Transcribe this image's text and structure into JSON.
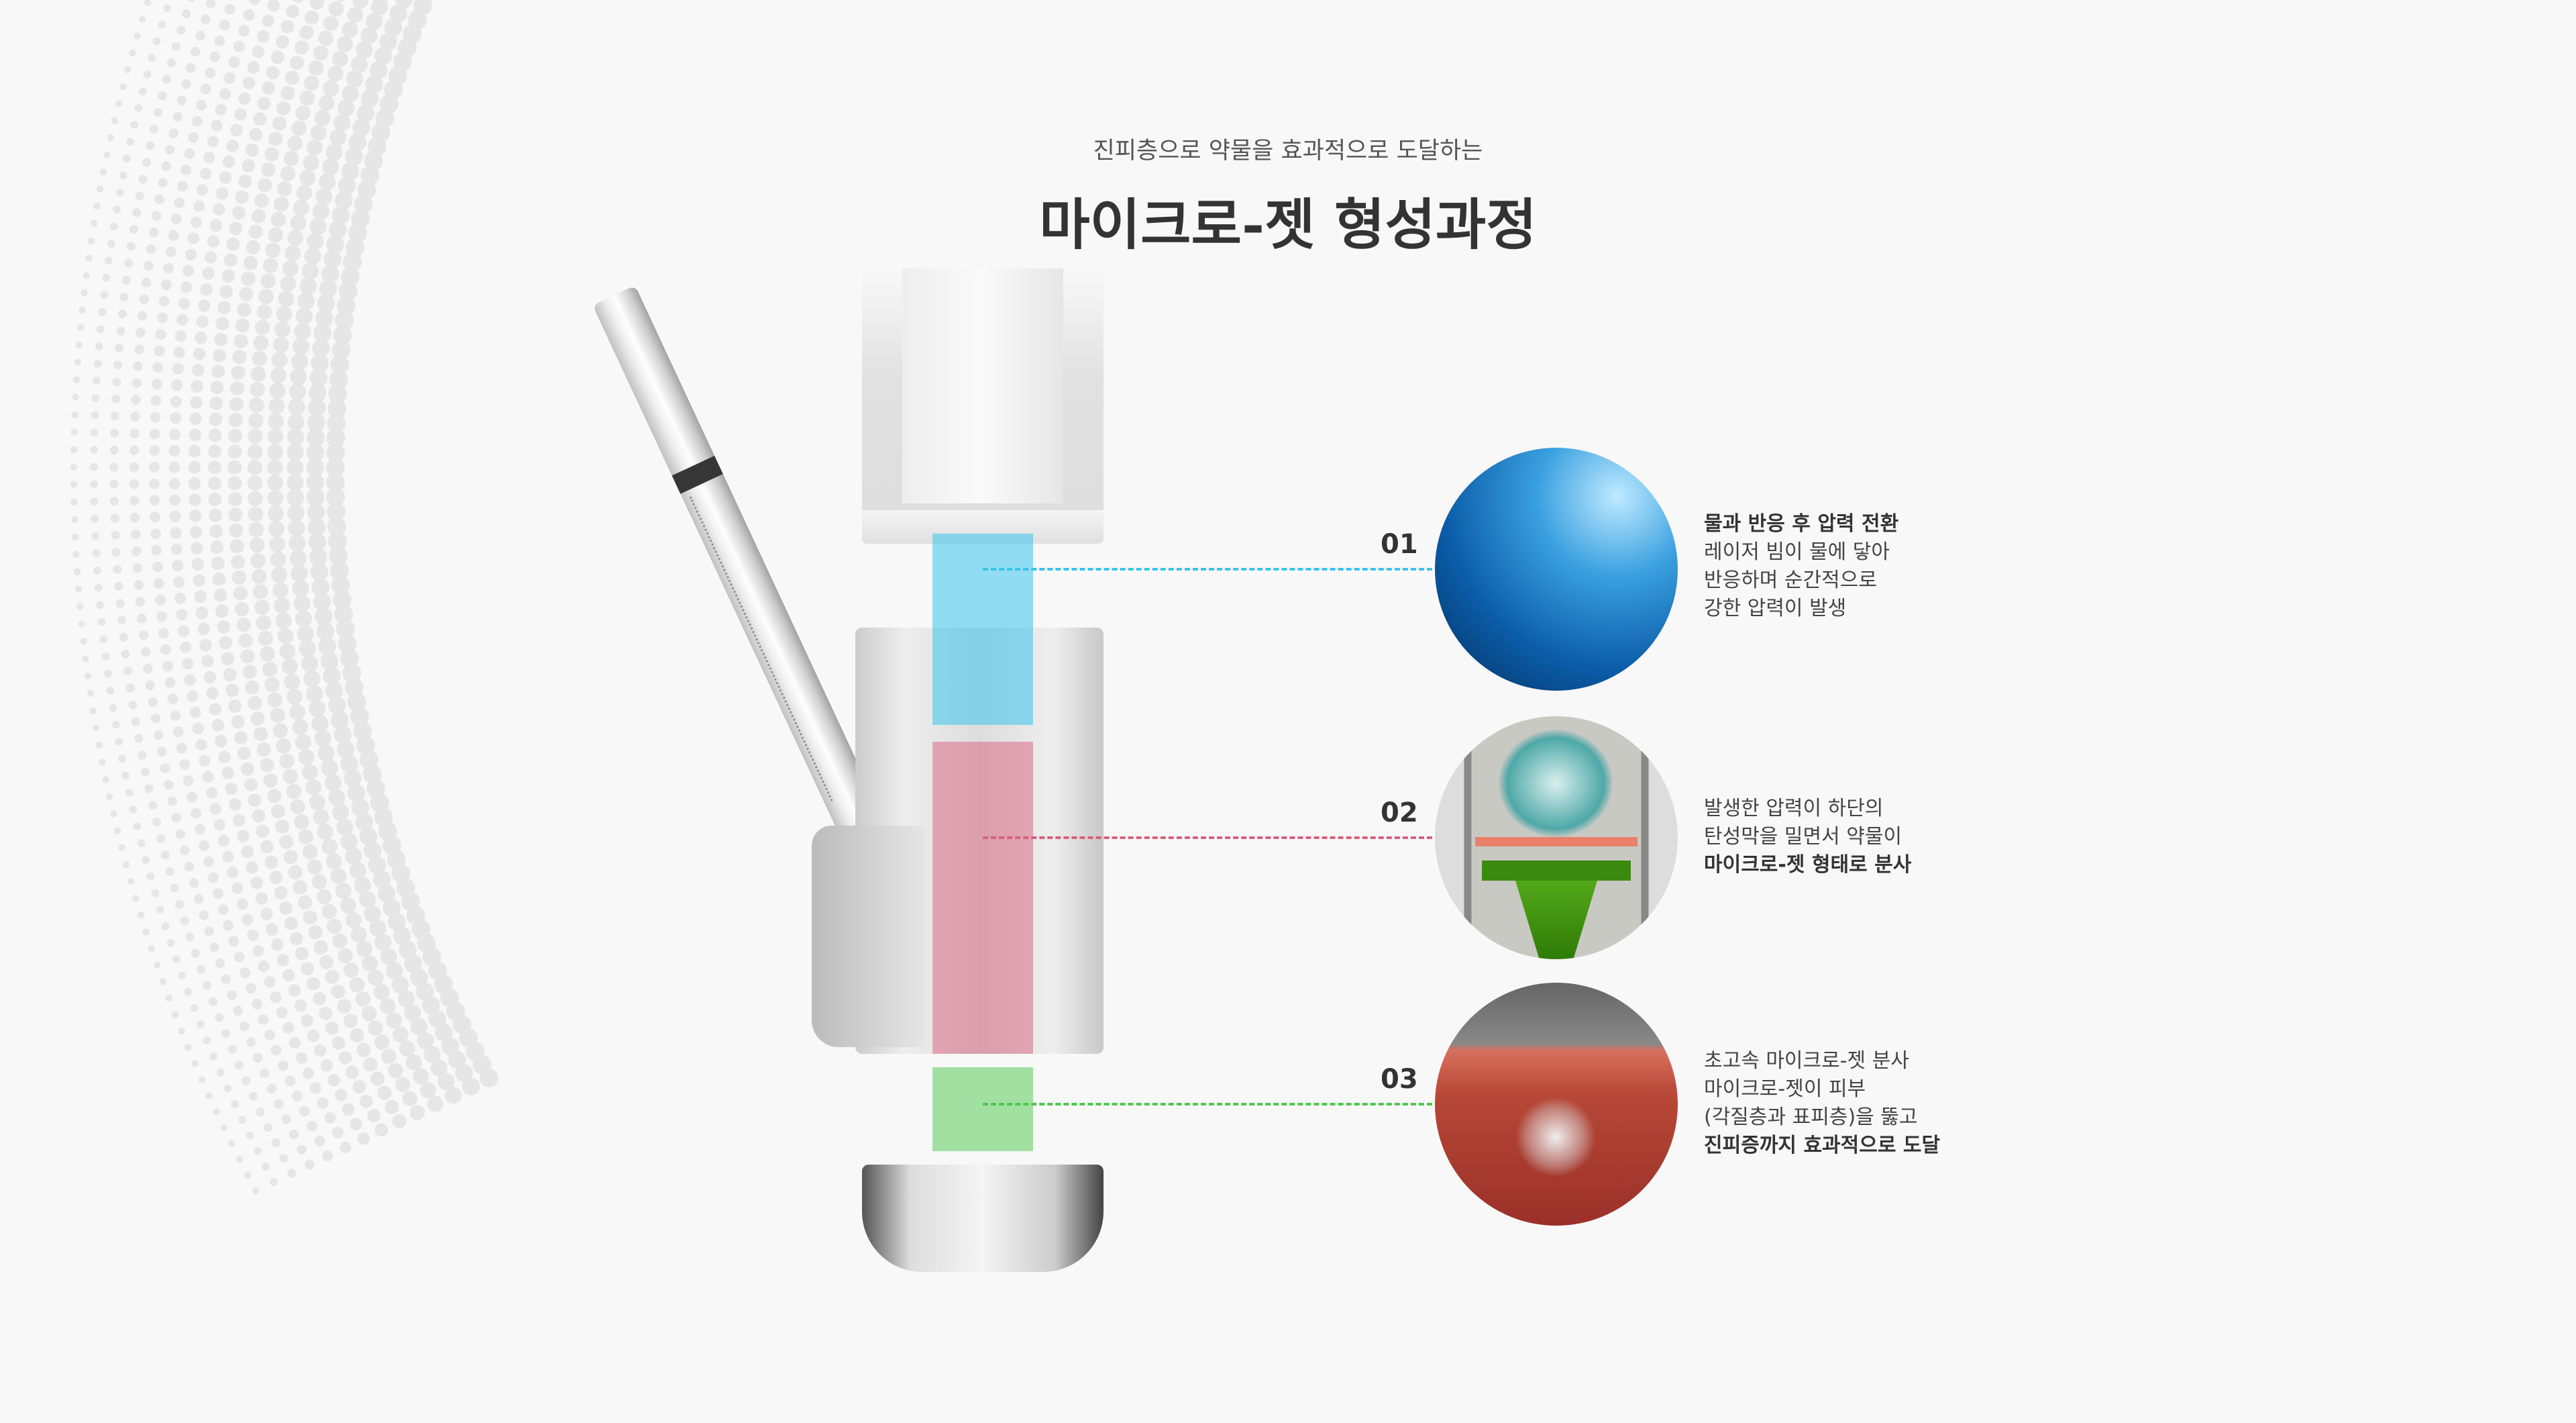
{
  "header": {
    "subtitle": "진피층으로 약물을 효과적으로 도달하는",
    "title": "마이크로-젯 형성과정"
  },
  "colors": {
    "step1": "#38c4ef",
    "step2": "#d9607e",
    "step3": "#4cc84c",
    "background": "#f8f8f8"
  },
  "steps": [
    {
      "number": "01",
      "lines": [
        {
          "text": "물과 반응 후 압력 전환",
          "bold": true
        },
        {
          "text": "레이저 빔이 물에 닿아",
          "bold": false
        },
        {
          "text": "반응하며 순간적으로",
          "bold": false
        },
        {
          "text": "강한 압력이 발생",
          "bold": false
        }
      ],
      "image": "water-bubbles"
    },
    {
      "number": "02",
      "lines": [
        {
          "text": "발생한 압력이 하단의",
          "bold": false
        },
        {
          "text": "탄성막을 밀면서 약물이",
          "bold": false
        },
        {
          "text": "마이크로-젯 형태로 분사",
          "bold": true
        }
      ],
      "image": "nozzle-membrane"
    },
    {
      "number": "03",
      "lines": [
        {
          "text": "초고속 마이크로-젯 분사",
          "bold": false
        },
        {
          "text": "마이크로-젯이 피부",
          "bold": false
        },
        {
          "text": "(각질층과 표피층)을 뚫고",
          "bold": false
        },
        {
          "text": "진피증까지 효과적으로 도달",
          "bold": true
        }
      ],
      "image": "skin-penetration"
    }
  ]
}
